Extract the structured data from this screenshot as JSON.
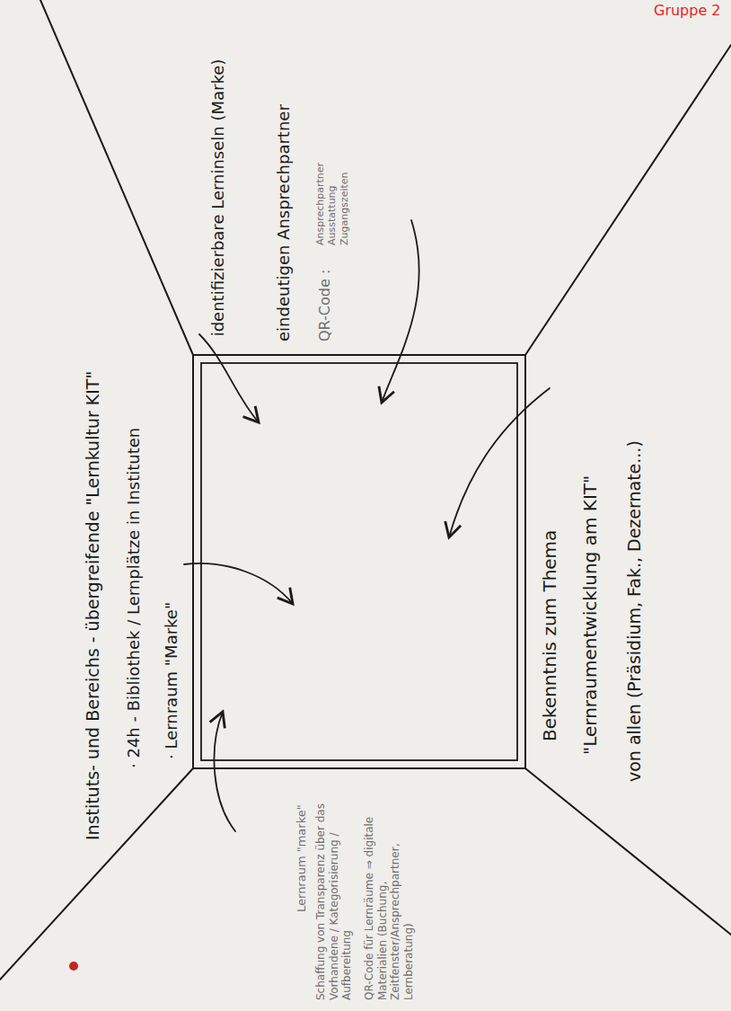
{
  "diagram": {
    "labels": [
      "Gruppe 2",
      "identifizierbare Lerninseln (Marke)",
      "eindeutigen Ansprechpartner",
      "QR-Code :",
      "Ansprechpartner Ausstattung Zugangszeiten",
      "Bekenntnis zum Thema",
      "\"Lernraumentwicklung am KIT\"",
      "von allen (Präsidium, Fak., Dezernate...)",
      "· 24h - Bibliothek / Lernplätze in Instituten",
      "· Lernraum \"Marke\"",
      "Instituts- und Bereichs - übergreifende \"Lernkultur KIT\"",
      "Lernraum \"marke\"",
      "Schaffung von Transparenz über das Vorhandene / Kategorisierung / Aufbereitung",
      "QR-Code für Lernräume ⇒ digitale Materialien (Buchung, Zeitfenster/Ansprechpartner, Lernberatung)"
    ]
  }
}
